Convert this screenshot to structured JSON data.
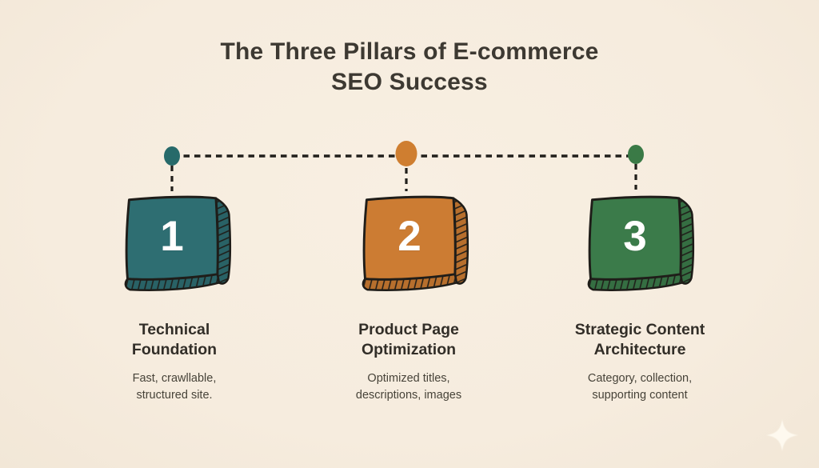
{
  "header": {
    "title_line1": "The Three Pillars of E-commerce",
    "title_line2": "SEO Success"
  },
  "colors": {
    "background": "#f6ecde",
    "connector_line": "#211f1b",
    "title_text": "#3d3932",
    "heading_text": "#322e28",
    "subtitle_text": "#474339",
    "number_text": "#ffffff"
  },
  "pillars": [
    {
      "number": "1",
      "box_color": "#2e6e72",
      "dot_color": "#276a6a",
      "title_line1": "Technical",
      "title_line2": "Foundation",
      "sub_line1": "Fast, crawllable,",
      "sub_line2": "structured site."
    },
    {
      "number": "2",
      "box_color": "#cc7c33",
      "dot_color": "#cf7e30",
      "title_line1": "Product Page",
      "title_line2": "Optimization",
      "sub_line1": "Optimized titles,",
      "sub_line2": "descriptions, images"
    },
    {
      "number": "3",
      "box_color": "#3b7b4a",
      "dot_color": "#3a7a46",
      "title_line1": "Strategic Content",
      "title_line2": "Architecture",
      "sub_line1": "Category, collection,",
      "sub_line2": "supporting content"
    }
  ],
  "decor": {
    "sparkle_icon": "four-point-star",
    "sparkle_color": "#fffbf1"
  }
}
